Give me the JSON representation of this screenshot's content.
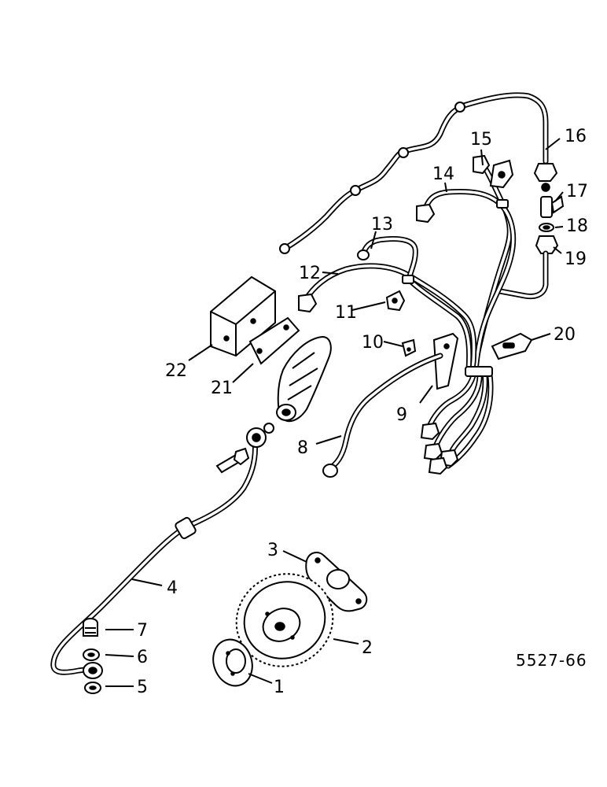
{
  "diagram": {
    "reference_code": "5527-66",
    "callouts": [
      {
        "id": "1",
        "text": "1"
      },
      {
        "id": "2",
        "text": "2"
      },
      {
        "id": "3",
        "text": "3"
      },
      {
        "id": "4",
        "text": "4"
      },
      {
        "id": "5",
        "text": "5"
      },
      {
        "id": "6",
        "text": "6"
      },
      {
        "id": "7",
        "text": "7"
      },
      {
        "id": "8",
        "text": "8"
      },
      {
        "id": "9",
        "text": "9"
      },
      {
        "id": "10",
        "text": "10"
      },
      {
        "id": "11",
        "text": "11"
      },
      {
        "id": "12",
        "text": "12"
      },
      {
        "id": "13",
        "text": "13"
      },
      {
        "id": "14",
        "text": "14"
      },
      {
        "id": "15",
        "text": "15"
      },
      {
        "id": "16",
        "text": "16"
      },
      {
        "id": "17",
        "text": "17"
      },
      {
        "id": "18",
        "text": "18"
      },
      {
        "id": "19",
        "text": "19"
      },
      {
        "id": "20",
        "text": "20"
      },
      {
        "id": "21",
        "text": "21"
      },
      {
        "id": "22",
        "text": "22"
      }
    ]
  }
}
